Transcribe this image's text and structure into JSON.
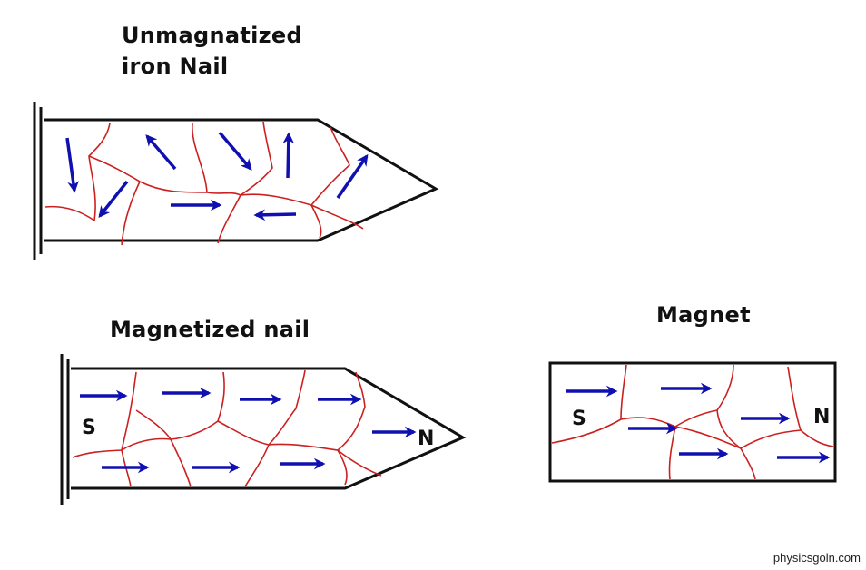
{
  "labels": {
    "unmagnetized": [
      "Unmagnatized",
      "iron Nail"
    ],
    "magnetized_nail": "Magnetized nail",
    "magnet": "Magnet"
  },
  "poles": {
    "south": "S",
    "north": "N"
  },
  "credit": "physicsgoln.com",
  "colors": {
    "outline": "#111111",
    "domain_wall": "#cc2020",
    "arrow": "#1010b0",
    "background": "#ffffff"
  }
}
